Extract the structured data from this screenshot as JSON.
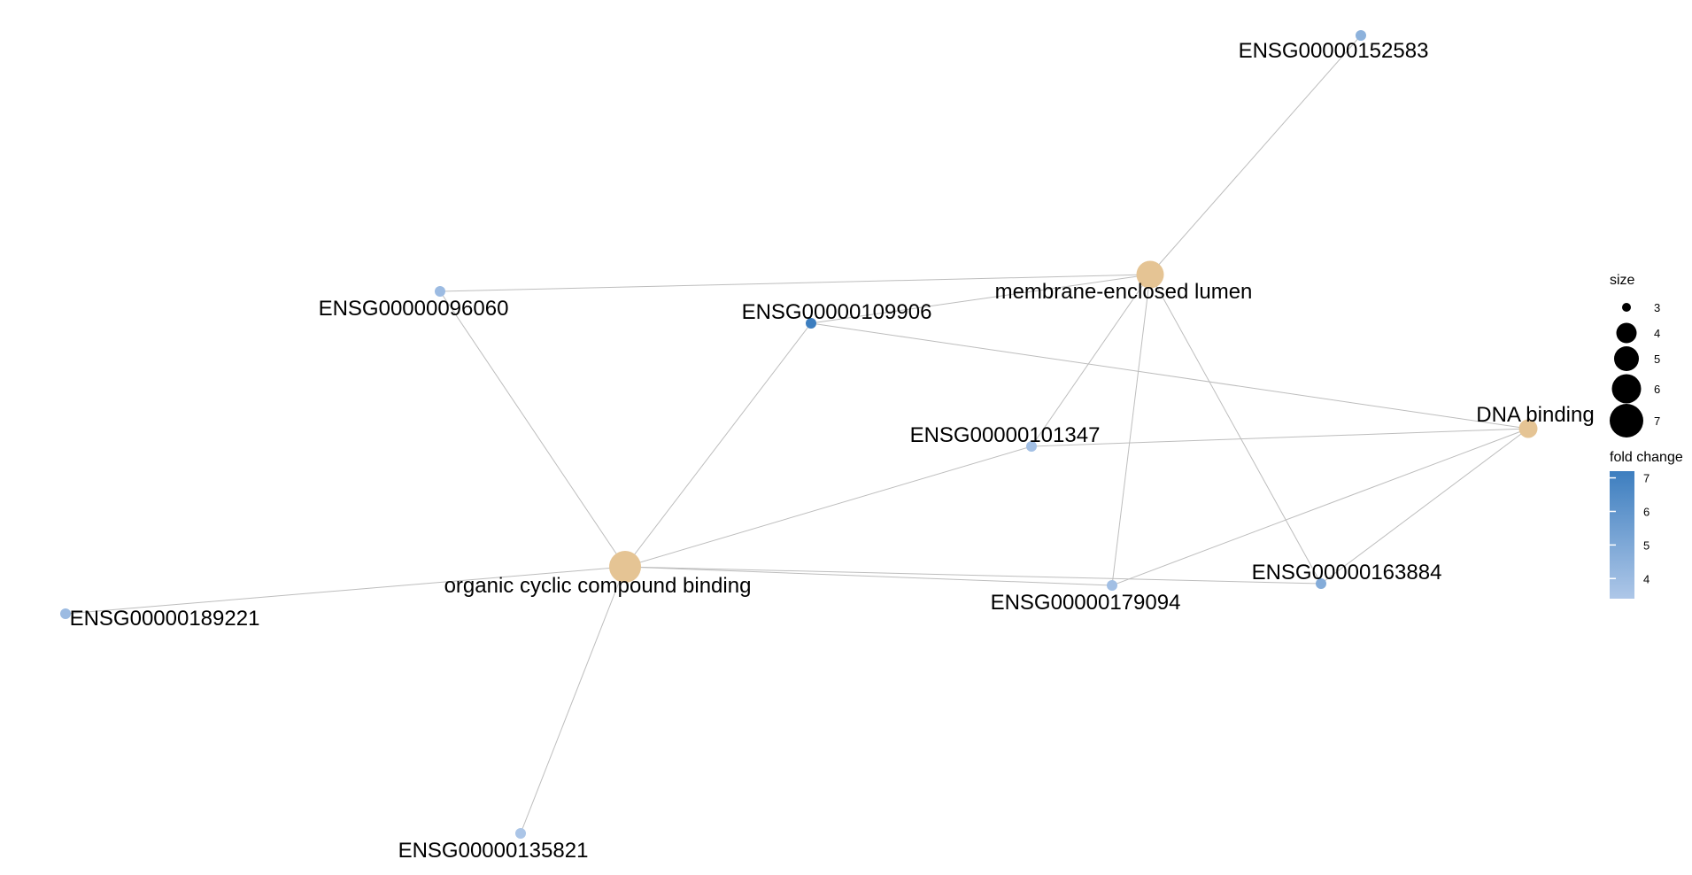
{
  "network": {
    "edge_color": "#bdbdbd",
    "category_color": "#e5c494",
    "gene_color_low": "#aec7e8",
    "gene_color_high": "#3d7ebf",
    "categories": [
      {
        "id": "membrane-enclosed-lumen",
        "label": "membrane-enclosed lumen",
        "size": 6
      },
      {
        "id": "dna-binding",
        "label": "DNA binding",
        "size": 4
      },
      {
        "id": "organic-cyclic-compound-binding",
        "label": "organic cyclic compound binding",
        "size": 7
      }
    ],
    "genes": [
      {
        "id": "ENSG00000152583",
        "label": "ENSG00000152583",
        "fold_change": 4.5
      },
      {
        "id": "ENSG00000096060",
        "label": "ENSG00000096060",
        "fold_change": 4.0
      },
      {
        "id": "ENSG00000109906",
        "label": "ENSG00000109906",
        "fold_change": 7.2
      },
      {
        "id": "ENSG00000101347",
        "label": "ENSG00000101347",
        "fold_change": 3.8
      },
      {
        "id": "ENSG00000163884",
        "label": "ENSG00000163884",
        "fold_change": 4.8
      },
      {
        "id": "ENSG00000179094",
        "label": "ENSG00000179094",
        "fold_change": 3.8
      },
      {
        "id": "ENSG00000189221",
        "label": "ENSG00000189221",
        "fold_change": 4.0
      },
      {
        "id": "ENSG00000135821",
        "label": "ENSG00000135821",
        "fold_change": 3.5
      }
    ],
    "edges": [
      [
        "membrane-enclosed-lumen",
        "ENSG00000152583"
      ],
      [
        "membrane-enclosed-lumen",
        "ENSG00000096060"
      ],
      [
        "membrane-enclosed-lumen",
        "ENSG00000109906"
      ],
      [
        "membrane-enclosed-lumen",
        "ENSG00000101347"
      ],
      [
        "membrane-enclosed-lumen",
        "ENSG00000179094"
      ],
      [
        "membrane-enclosed-lumen",
        "ENSG00000163884"
      ],
      [
        "dna-binding",
        "ENSG00000109906"
      ],
      [
        "dna-binding",
        "ENSG00000101347"
      ],
      [
        "dna-binding",
        "ENSG00000179094"
      ],
      [
        "dna-binding",
        "ENSG00000163884"
      ],
      [
        "organic-cyclic-compound-binding",
        "ENSG00000096060"
      ],
      [
        "organic-cyclic-compound-binding",
        "ENSG00000109906"
      ],
      [
        "organic-cyclic-compound-binding",
        "ENSG00000101347"
      ],
      [
        "organic-cyclic-compound-binding",
        "ENSG00000179094"
      ],
      [
        "organic-cyclic-compound-binding",
        "ENSG00000163884"
      ],
      [
        "organic-cyclic-compound-binding",
        "ENSG00000189221"
      ],
      [
        "organic-cyclic-compound-binding",
        "ENSG00000135821"
      ]
    ]
  },
  "legend": {
    "size_title": "size",
    "size_values": [
      "3",
      "4",
      "5",
      "6",
      "7"
    ],
    "color_title": "fold change",
    "color_ticks": [
      "7",
      "6",
      "5",
      "4"
    ],
    "color_range": [
      3.4,
      7.2
    ]
  }
}
